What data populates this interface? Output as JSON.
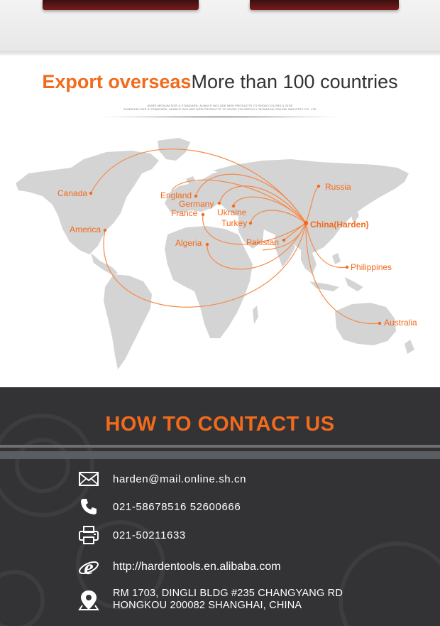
{
  "export": {
    "title_highlight": "Export overseas",
    "title_rest": "More than 100 countries",
    "sub_line_1": "MORE MEDIUM SIZE & STANDARD, ALWAYS INCLUDE NEW PRODUCTS TO SHOW COLORS & GIVE",
    "sub_line_2": "A MEDIUM SIZE & STANDARD, ALWAYS INCLUDE NEW PRODUCTS TO SHOW COLORFULLY SHANGHAI ONLINE INDUSTRY CO. LTD"
  },
  "map": {
    "hub_label": "China(Harden)",
    "route_color": "#f58a4a",
    "hub_color": "#f26a1b",
    "land_color": "#d4d4d4",
    "destinations": [
      {
        "name": "Canada"
      },
      {
        "name": "America"
      },
      {
        "name": "England"
      },
      {
        "name": "Germany"
      },
      {
        "name": "France"
      },
      {
        "name": "Ukraine"
      },
      {
        "name": "Turkey"
      },
      {
        "name": "Algeria"
      },
      {
        "name": "Pakistan"
      },
      {
        "name": "Russia"
      },
      {
        "name": "Philippines"
      },
      {
        "name": "Australia"
      }
    ]
  },
  "contact": {
    "title": "HOW TO CONTACT US",
    "email": "harden@mail.online.sh.cn",
    "phone": "021-58678516 52600666",
    "fax": "021-50211633",
    "website": "http://hardentools.en.alibaba.com",
    "address_line_1": "RM 1703, DINGLI BLDG #235 CHANGYANG RD",
    "address_line_2": "HONGKOU 200082 SHANGHAI, CHINA",
    "accent_color": "#f26a1b",
    "background_color": "#333336"
  }
}
